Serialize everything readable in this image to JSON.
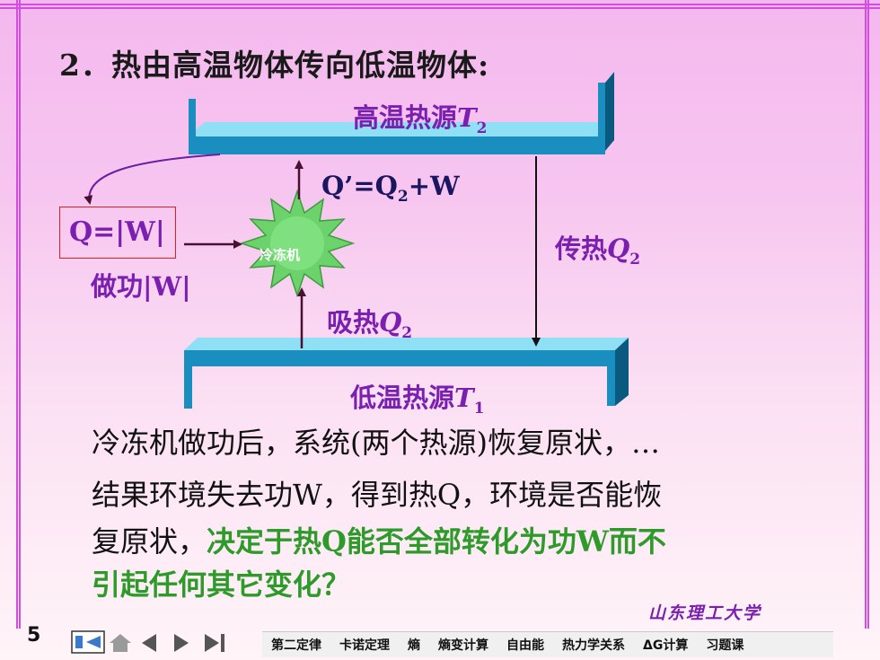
{
  "heading": "2．热由高温物体传向低温物体:",
  "diagram": {
    "high_source": "高温热源",
    "high_symbol": "T",
    "high_sub": "2",
    "low_source": "低温热源",
    "low_symbol": "T",
    "low_sub": "1",
    "q_prime": "Q’=Q",
    "q_prime_sub": "2",
    "q_prime_tail": "+W",
    "q_box": "Q=|W|",
    "refrigerator": "冷冻机",
    "work": "做功|W|",
    "heat_transfer": "传热",
    "heat_transfer_sym": "Q",
    "heat_transfer_sub": "2",
    "absorb": "吸热",
    "absorb_sym": "Q",
    "absorb_sub": "2"
  },
  "paragraph": {
    "line1": "冷冻机做功后，系统(两个热源)恢复原状，…",
    "line2": "结果环境失去功W，得到热Q，环境是否能恢",
    "line3_a": "复原状，",
    "line3_b": "决定于热Q能否全部转化为功W而不",
    "line4": "引起任何其它变化？"
  },
  "university": "山东理工大学",
  "page_number": "5",
  "nav": {
    "items": [
      "第二定律",
      "卡诺定理",
      "熵",
      "熵变计算",
      "自由能",
      "热力学关系",
      "ΔG计算",
      "习题课"
    ]
  },
  "colors": {
    "reservoir": "#1a8fbf",
    "arrow": "#5a1030",
    "purple_text": "#7a1fb0",
    "green_text": "#2e9a2a"
  }
}
